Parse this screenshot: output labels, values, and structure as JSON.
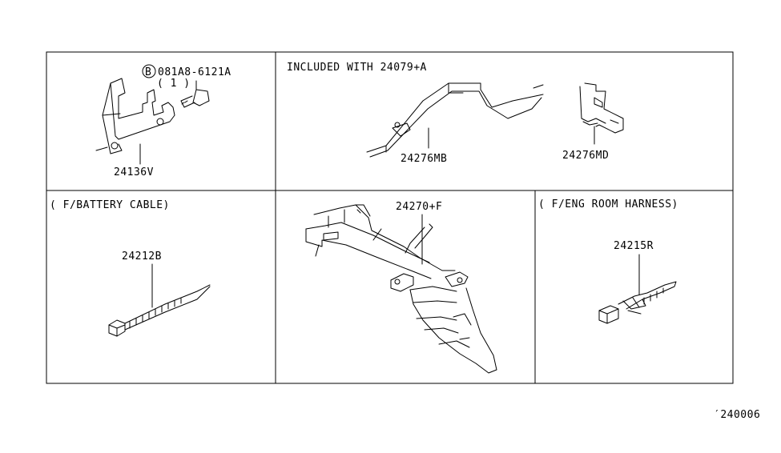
{
  "panels": {
    "p1": {
      "bolt_symbol": "B",
      "bolt_part": "081A8-6121A",
      "bolt_qty": "( 1 )",
      "bracket_part": "24136V"
    },
    "p2": {
      "note": "INCLUDED WITH 24079+A",
      "part_a": "24276MB",
      "part_b": "24276MD"
    },
    "p3": {
      "note": "( F/BATTERY CABLE)",
      "part": "24212B"
    },
    "p4": {
      "part": "24270+F"
    },
    "p5": {
      "note": "( F/ENG ROOM HARNESS)",
      "part": "24215R"
    }
  },
  "diagram_id": "′240006"
}
